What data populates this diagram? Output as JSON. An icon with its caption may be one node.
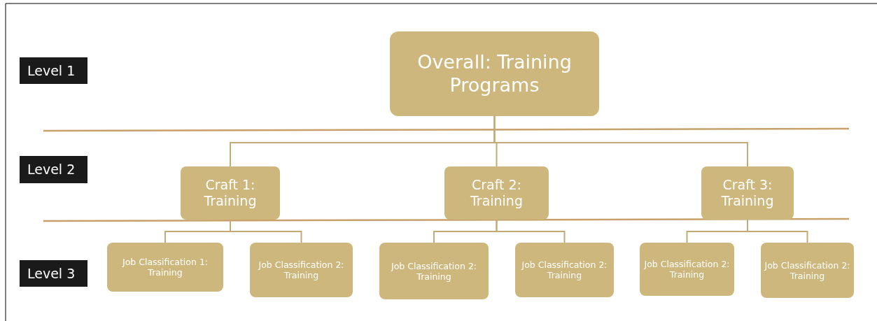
{
  "diagram": {
    "nodes": [
      {
        "text": [
          "Level 1"
        ]
      },
      {
        "text": [
          "Overall: Training Programs"
        ]
      },
      {
        "text": [
          "Level 2"
        ]
      },
      {
        "text": [
          "Craft 1: Training"
        ]
      },
      {
        "text": [
          "Craft 2: Training"
        ]
      },
      {
        "text": [
          "Craft 3: Training"
        ]
      },
      {
        "text": [
          "Level 3"
        ]
      },
      {
        "text": [
          "Job Classification 1: Training"
        ]
      },
      {
        "text": [
          "Job Classification 2: Training"
        ]
      },
      {
        "text": [
          "Job Classification 2: Training"
        ]
      },
      {
        "text": [
          "Job Classification 2: Training"
        ]
      },
      {
        "text": [
          "Job Classification 2: Training"
        ]
      },
      {
        "text": [
          "Job Classification 2: Training"
        ]
      }
    ],
    "edges": [
      {
        "from": 1,
        "to": 3,
        "arrow": "none"
      },
      {
        "from": 1,
        "to": 4,
        "arrow": "none"
      },
      {
        "from": 1,
        "to": 5,
        "arrow": "none"
      },
      {
        "from": 3,
        "to": 7,
        "arrow": "none"
      },
      {
        "from": 3,
        "to": 8,
        "arrow": "none"
      },
      {
        "from": 4,
        "to": 9,
        "arrow": "none"
      },
      {
        "from": 4,
        "to": 10,
        "arrow": "none"
      },
      {
        "from": 5,
        "to": 11,
        "arrow": "none"
      },
      {
        "from": 5,
        "to": 12,
        "arrow": "none"
      }
    ]
  }
}
